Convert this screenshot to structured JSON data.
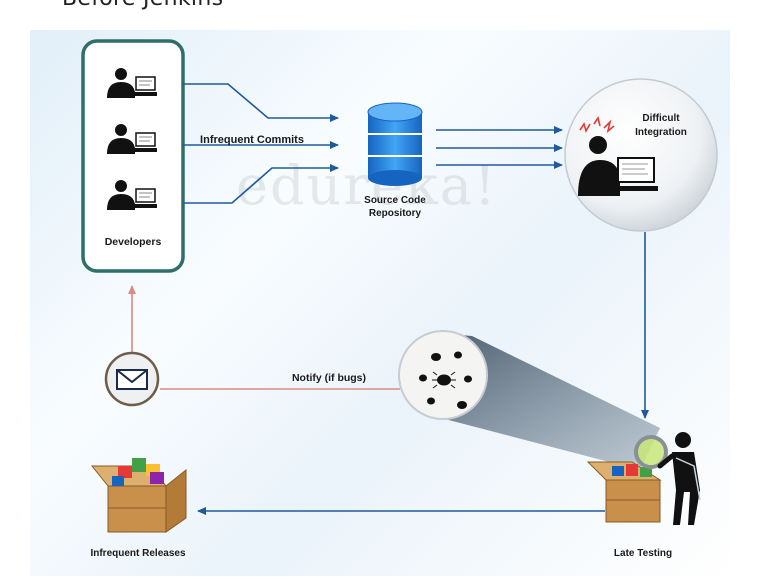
{
  "page": {
    "title": "Before Jenkins"
  },
  "watermark": "edureka!",
  "nodes": {
    "developers": "Developers",
    "repository_line1": "Source Code",
    "repository_line2": "Repository",
    "integration_line1": "Difficult",
    "integration_line2": "Integration",
    "late_testing": "Late Testing",
    "infrequent_releases": "Infrequent Releases"
  },
  "edges": {
    "commits": "Infrequent Commits",
    "notify": "Notify (if bugs)"
  },
  "colors": {
    "panel_border": "#2f6f6a",
    "flow_arrow": "#1f5a9c",
    "notify_line": "#d98a84",
    "database": "#1e88e5",
    "box": "#c8904a"
  },
  "icons": [
    "developer-icon",
    "database-icon",
    "stressed-developer-icon",
    "mail-icon",
    "bugs-icon",
    "tester-icon",
    "package-icon"
  ]
}
